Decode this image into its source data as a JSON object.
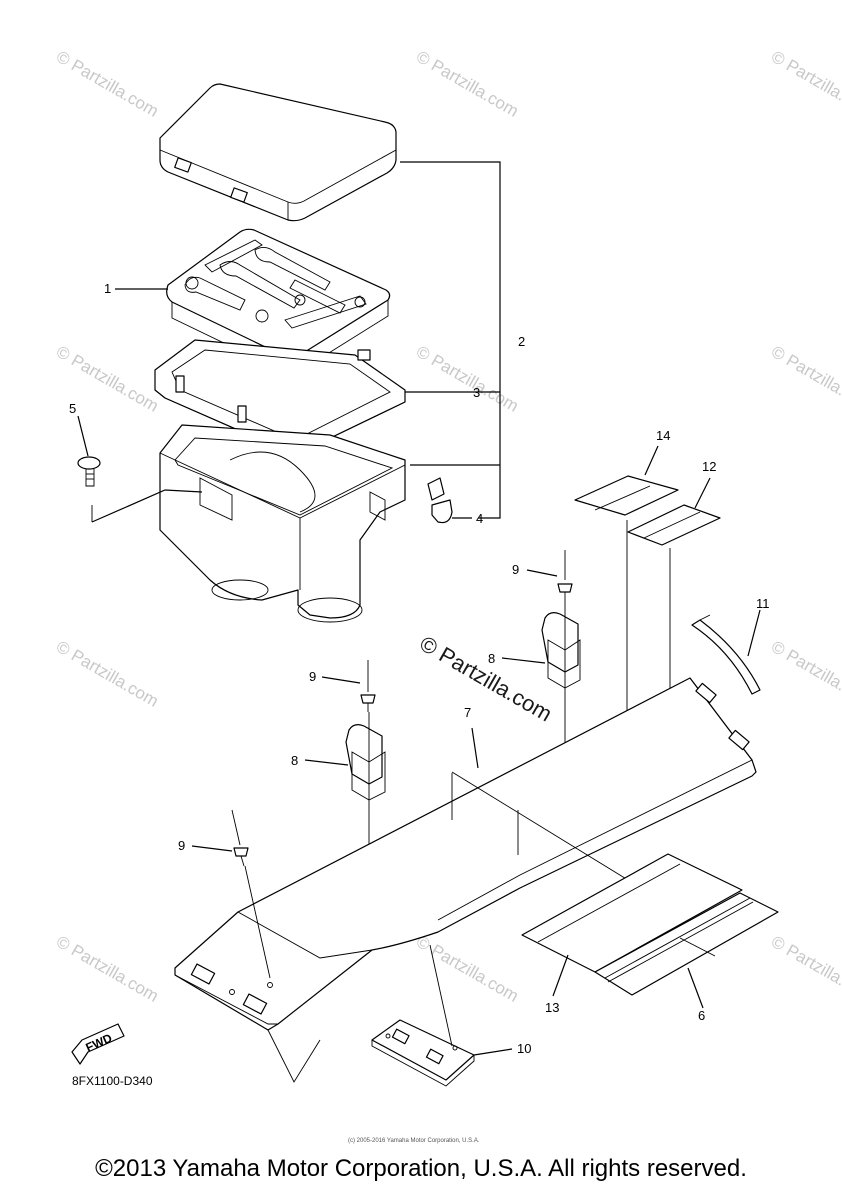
{
  "diagram": {
    "callouts": [
      "1",
      "2",
      "3",
      "4",
      "5",
      "6",
      "7",
      "8",
      "8",
      "9",
      "9",
      "9",
      "10",
      "11",
      "12",
      "13",
      "14"
    ],
    "watermark_small": "© Partzilla.com",
    "watermark_large": "© Partzilla.com",
    "diagram_code": "8FX1100-D340",
    "fwd_label": "FWD",
    "fine_print": "(c) 2005-2016 Yamaha Motor Corporation, U.S.A."
  },
  "footer": {
    "copyright": "©2013 Yamaha Motor Corporation, U.S.A. All rights reserved."
  }
}
